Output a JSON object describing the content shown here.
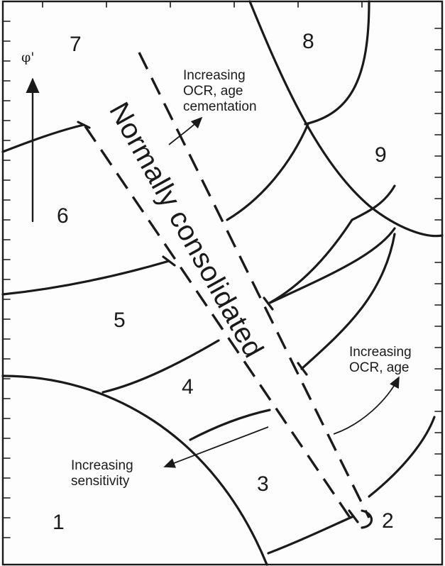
{
  "diagram": {
    "axis_label": "φ'",
    "band_label": "Normally consolidated",
    "zones": [
      "1",
      "2",
      "3",
      "4",
      "5",
      "6",
      "7",
      "8",
      "9"
    ],
    "annotations": {
      "ocr_age_cementation": [
        "Increasing",
        "OCR, age",
        "cementation"
      ],
      "ocr_age": [
        "Increasing",
        "OCR, age"
      ],
      "sensitivity": [
        "Increasing",
        "sensitivity"
      ]
    }
  }
}
